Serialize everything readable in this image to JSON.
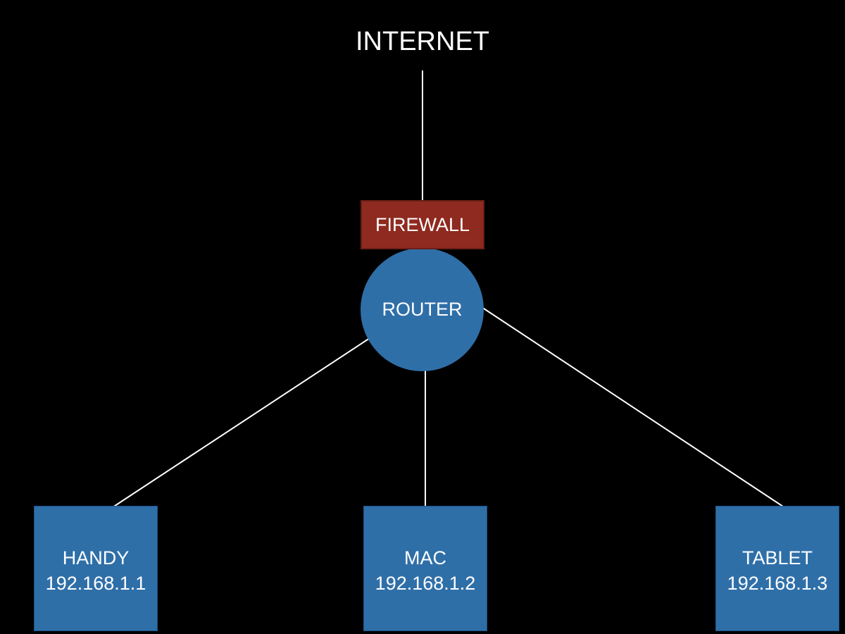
{
  "colors": {
    "background": "#000000",
    "line": "#ffffff",
    "text": "#ffffff",
    "firewall_fill": "#8e2a1f",
    "node_fill": "#2f6fa8"
  },
  "internet": {
    "label": "INTERNET"
  },
  "firewall": {
    "label": "FIREWALL"
  },
  "router": {
    "label": "ROUTER"
  },
  "devices": [
    {
      "name": "HANDY",
      "ip": "192.168.1.1"
    },
    {
      "name": "MAC",
      "ip": "192.168.1.2"
    },
    {
      "name": "TABLET",
      "ip": "192.168.1.3"
    }
  ]
}
